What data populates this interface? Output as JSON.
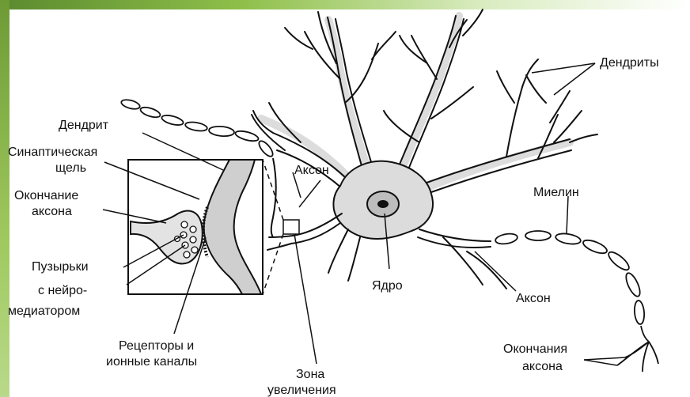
{
  "labels": {
    "dendrites": "Дендриты",
    "dendrite": "Дендрит",
    "synaptic_cleft_1": "Синаптическая",
    "synaptic_cleft_2": "щель",
    "axon_ending_1": "Окончание",
    "axon_ending_2": "аксона",
    "axon_top": "Аксон",
    "myelin": "Миелин",
    "vesicles_1": "Пузырьки",
    "vesicles_2": "с нейро-",
    "vesicles_3": "медиатором",
    "nucleus": "Ядро",
    "axon_right": "Аксон",
    "receptors_1": "Рецепторы и",
    "receptors_2": "ионные каналы",
    "zoom_1": "Зона",
    "zoom_2": "увеличения",
    "axon_endings_1": "Окончания",
    "axon_endings_2": "аксона"
  },
  "colors": {
    "cell_fill": "#dcdcdc",
    "stroke": "#111111",
    "frame_green": "#8fbf4a"
  }
}
